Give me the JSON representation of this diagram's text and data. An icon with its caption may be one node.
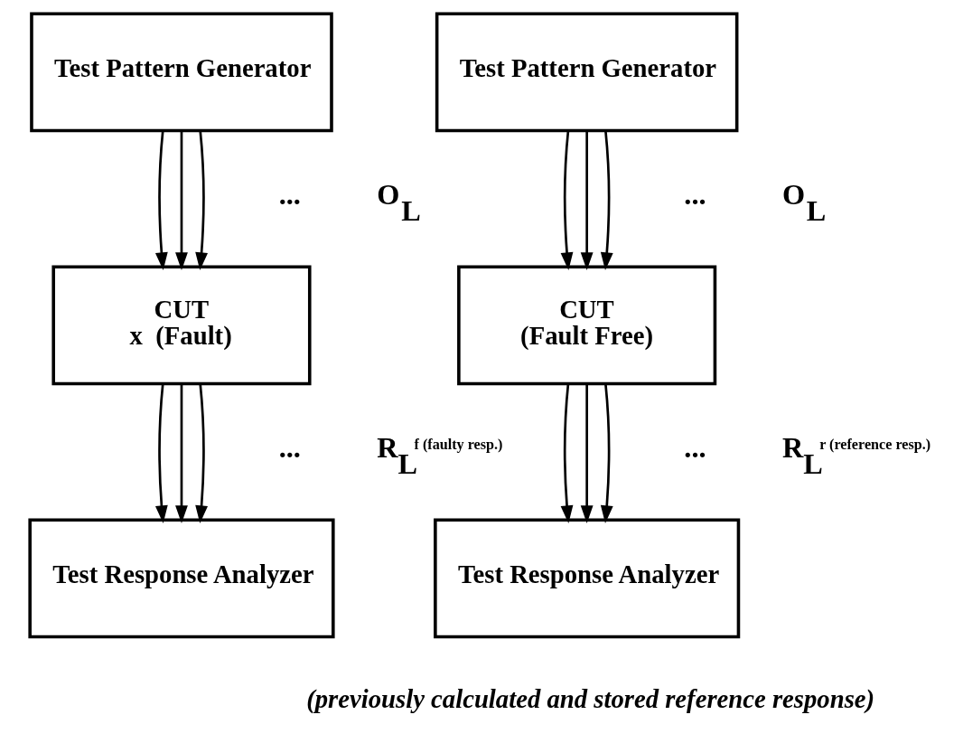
{
  "diagram": {
    "nodes": [
      {
        "text": [
          "Test Pattern Generator"
        ]
      },
      {
        "text": [
          "CUT",
          "x  (Fault)"
        ]
      },
      {
        "text": [
          "Test Response Analyzer"
        ]
      },
      {
        "text": [
          "Test Pattern Generator"
        ]
      },
      {
        "text": [
          "CUT",
          "(Fault Free)"
        ]
      },
      {
        "text": [
          "Test Response Analyzer"
        ],
        "beside": [
          "(previously calculated and stored reference response)"
        ]
      }
    ],
    "edges": [
      {
        "from": 0,
        "to": 1,
        "arrow": "to"
      },
      {
        "from": 0,
        "to": 1,
        "arrow": "to"
      },
      {
        "from": 0,
        "to": 1,
        "arrow": "to"
      },
      {
        "from": 1,
        "to": 2,
        "arrow": "to"
      },
      {
        "from": 1,
        "to": 2,
        "arrow": "to"
      },
      {
        "from": 1,
        "to": 2,
        "arrow": "to"
      },
      {
        "from": 3,
        "to": 4,
        "arrow": "to"
      },
      {
        "from": 3,
        "to": 4,
        "arrow": "to"
      },
      {
        "from": 3,
        "to": 4,
        "arrow": "to"
      },
      {
        "from": 4,
        "to": 5,
        "arrow": "to"
      },
      {
        "from": 4,
        "to": 5,
        "arrow": "to"
      },
      {
        "from": 4,
        "to": 5,
        "arrow": "to"
      }
    ],
    "labels": [
      "...",
      "O$_{L}$",
      "...",
      "R$_{L}$$^{f (faulty resp.)}$",
      "...",
      "O$_{L}$",
      "...",
      "R$_{L}$$^{r (reference resp.)}$"
    ]
  }
}
